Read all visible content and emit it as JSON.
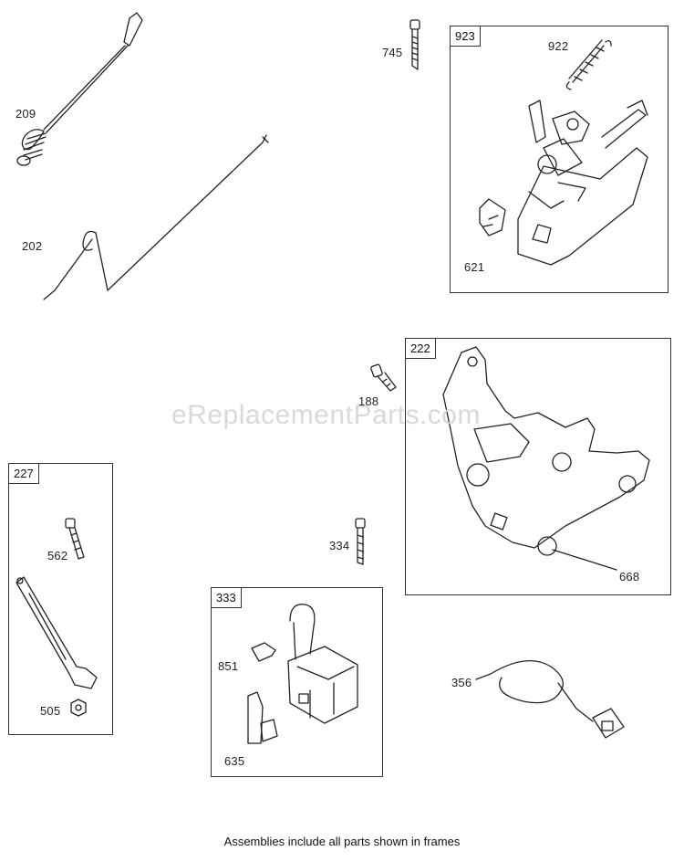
{
  "watermark": "eReplacementParts.com",
  "footer_note": "Assemblies include all parts shown in frames",
  "frames": {
    "f923": "923",
    "f222": "222",
    "f227": "227",
    "f333": "333"
  },
  "parts": {
    "p209": "209",
    "p202": "202",
    "p745": "745",
    "p922": "922",
    "p621": "621",
    "p188": "188",
    "p668": "668",
    "p562": "562",
    "p505": "505",
    "p334": "334",
    "p851": "851",
    "p635": "635",
    "p356": "356"
  }
}
